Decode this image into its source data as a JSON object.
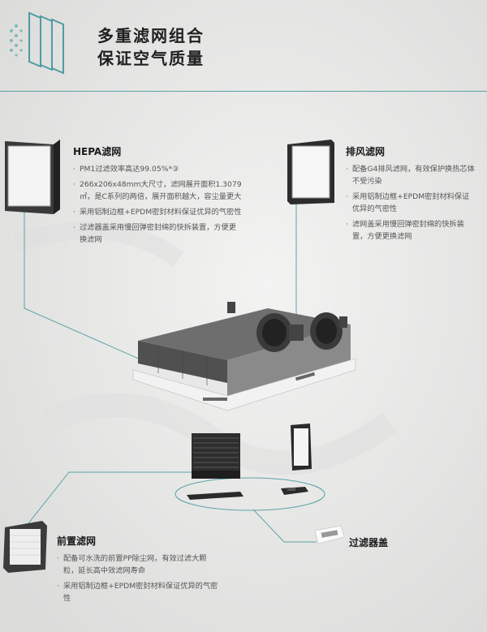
{
  "header": {
    "title_line1": "多重滤网组合",
    "title_line2": "保证空气质量"
  },
  "hepa": {
    "title": "HEPA滤网",
    "bullets": [
      "PM1过滤效率高达99.05%*③",
      "266x206x48mm大尺寸，滤网展开面积1.3079㎡，是C系列的两倍，展开面积越大，容尘量更大",
      "采用铝制边框+EPDM密封材料保证优异的气密性",
      "过滤器盖采用慢回弹密封绵的快拆装置，方便更换滤网"
    ]
  },
  "exhaust": {
    "title": "排风滤网",
    "bullets": [
      "配备G4排风滤网，有效保护换热芯体不受污染",
      "采用铝制边框+EPDM密封材料保证优异的气密性",
      "滤网盖采用慢回弹密封绵的快拆装置，方便更换滤网"
    ]
  },
  "pre": {
    "title": "前置滤网",
    "bullets": [
      "配备可水洗的前置PP除尘网，有效过滤大颗粒，延长高中效滤网寿命",
      "采用铝制边框+EPDM密封材料保证优异的气密性"
    ]
  },
  "cover": {
    "title": "过滤器盖"
  },
  "colors": {
    "accent": "#5aa3a7",
    "background": "#e9e9e8",
    "text": "#333333"
  }
}
